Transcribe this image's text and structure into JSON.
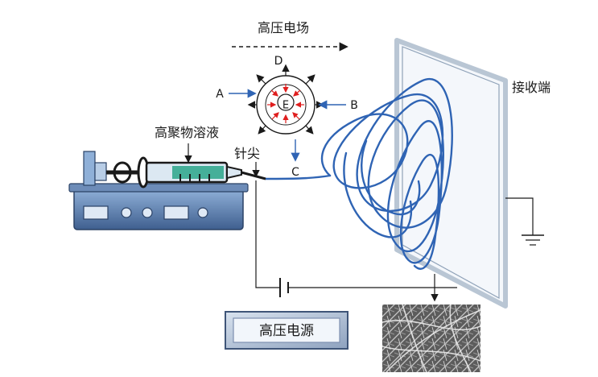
{
  "labels": {
    "field": "高压电场",
    "receiver": "接收端",
    "solution": "高聚物溶液",
    "needle": "针尖",
    "power": "高压电源",
    "point_a": "A",
    "point_b": "B",
    "point_c": "C",
    "point_d": "D",
    "point_e": "E"
  },
  "colors": {
    "fiber": "#2f64b4",
    "charge_arrows": "#e01e1e",
    "pump_body": "#4a6a9a",
    "panel": "#b9c6d4",
    "power_box": "#7d90b0"
  },
  "icons": {
    "ground": "ground-symbol",
    "battery": "battery-symbol",
    "sem": "sem-fiber-micrograph"
  }
}
